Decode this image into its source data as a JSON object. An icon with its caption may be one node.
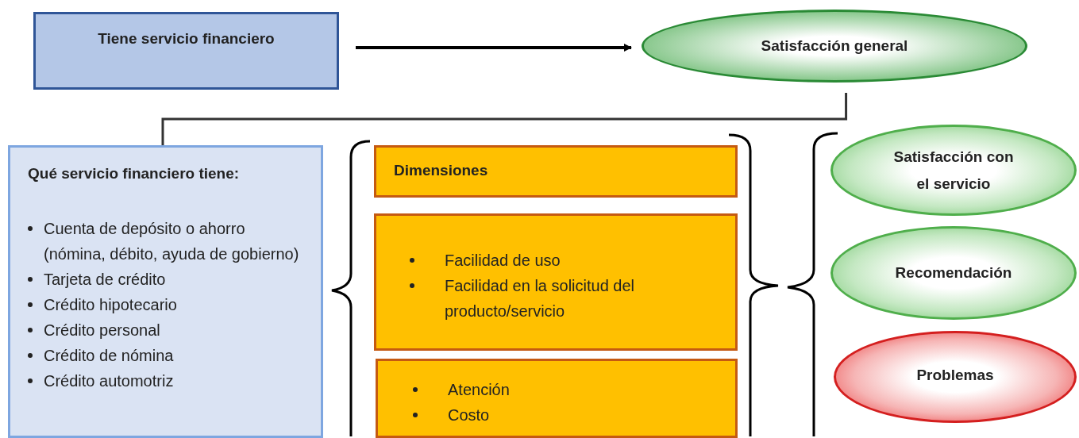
{
  "diagram": {
    "nodes": [
      {
        "text": [
          "Tiene servicio financiero"
        ]
      },
      {
        "text": [
          "Satisfacción general"
        ]
      },
      {
        "text": [
          "Qué servicio financiero tiene:",
          "Cuenta de depósito o ahorro (nómina, débito, ayuda de gobierno)",
          "Tarjeta de crédito",
          "Crédito hipotecario",
          "Crédito personal",
          "Crédito de nómina",
          "Crédito automotriz"
        ]
      },
      {
        "text": [
          "Dimensiones"
        ]
      },
      {
        "text": [
          "Facilidad de uso",
          "Facilidad en la solicitud del producto/servicio"
        ]
      },
      {
        "text": [
          "Atención",
          "Costo"
        ]
      },
      {
        "text": [
          "Satisfacción con el servicio"
        ]
      },
      {
        "text": [
          "Recomendación"
        ]
      },
      {
        "text": [
          "Problemas"
        ]
      }
    ],
    "edges": [
      {
        "from": 0,
        "to": 1,
        "arrow": "to"
      },
      {
        "from": 1,
        "to": 2,
        "arrow": "none"
      }
    ]
  }
}
